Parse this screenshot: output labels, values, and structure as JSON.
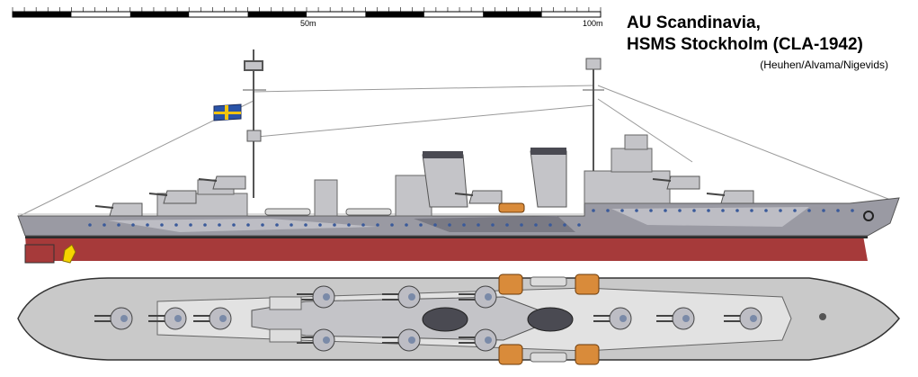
{
  "scale": {
    "label_mid": "50m",
    "label_end": "100m"
  },
  "title": {
    "line1": "AU Scandinavia,",
    "line2": "HSMS Stockholm (CLA-1942)",
    "credit": "(Heuhen/Alvama/Nigevids)"
  },
  "colors": {
    "hull_grey": "#9a9aa3",
    "hull_light": "#bdbdc4",
    "hull_dark": "#7a7a84",
    "waterline_red": "#a63a3a",
    "boot_top": "#2c2c2c",
    "deck_grey": "#c9c9c9",
    "deck_light": "#e2e2e2",
    "funnel_cap": "#4a4a52",
    "boat_orange": "#d98b3a",
    "porthole": "#3a5a9a",
    "flag_blue": "#2a54a8",
    "flag_yellow": "#f2c40f",
    "propeller": "#f5d400"
  }
}
